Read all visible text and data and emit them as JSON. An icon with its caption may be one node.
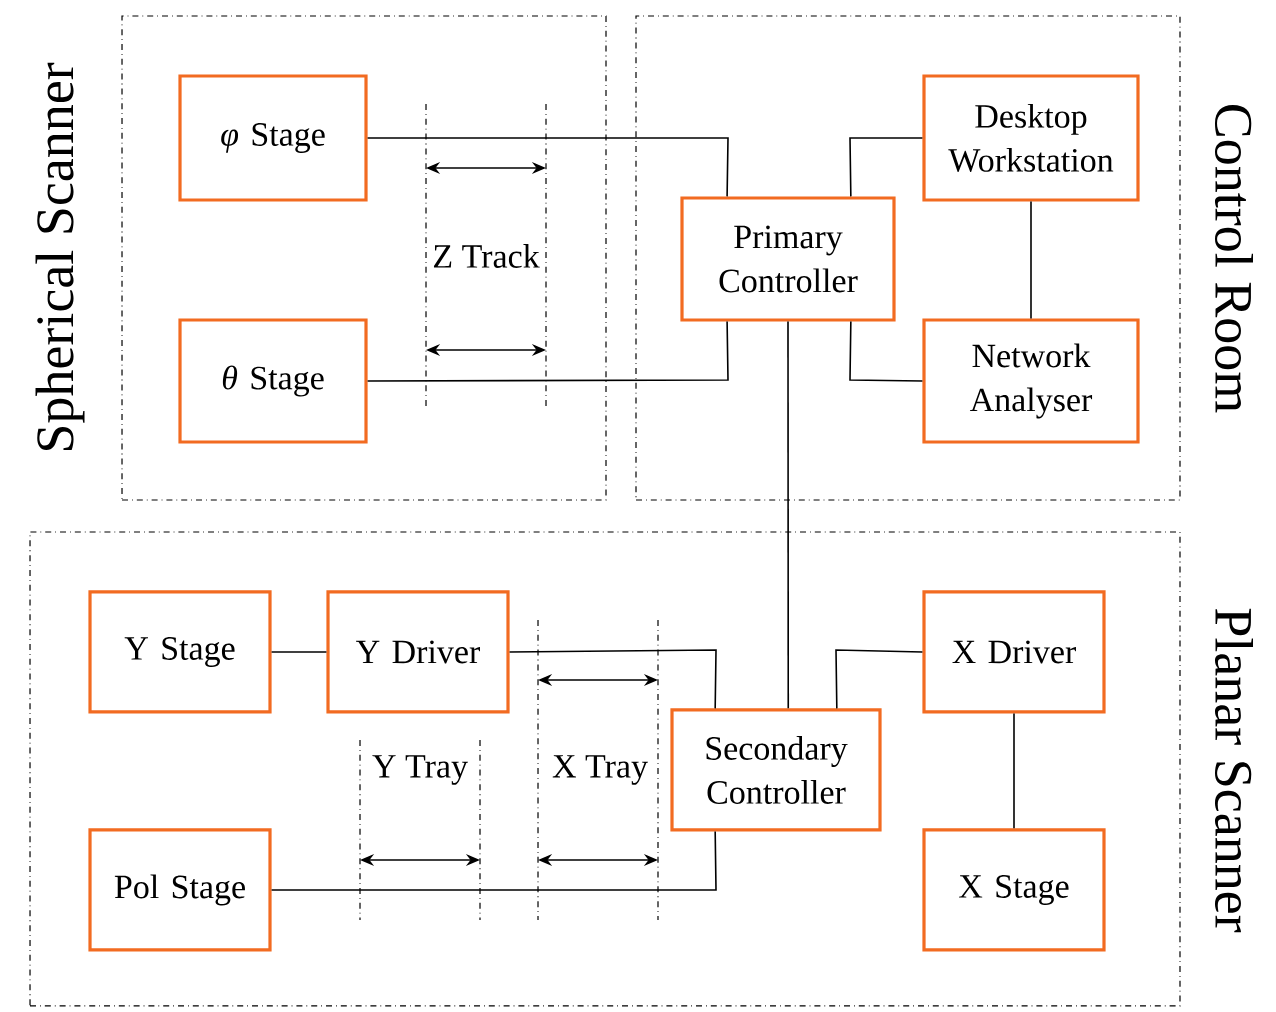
{
  "diagram": {
    "nodes": [
      {
        "text": [
          "Spherical Scanner"
        ]
      },
      {
        "text": [
          "Control Room"
        ]
      },
      {
        "text": [
          "Planar Scanner"
        ]
      },
      {
        "text": [
          "*φ* Stage"
        ],
        "in": 0
      },
      {
        "text": [
          "*θ* Stage"
        ],
        "in": 0
      },
      {
        "text": [
          "Primary Controller"
        ],
        "in": 1
      },
      {
        "text": [
          "Desktop Workstation"
        ],
        "in": 1
      },
      {
        "text": [
          "Network Analyser"
        ],
        "in": 1
      },
      {
        "text": [
          "Y Stage"
        ],
        "in": 2
      },
      {
        "text": [
          "Y Driver"
        ],
        "in": 2
      },
      {
        "text": [
          "Pol Stage"
        ],
        "in": 2
      },
      {
        "text": [
          "Secondary Controller"
        ],
        "in": 2
      },
      {
        "text": [
          "X Driver"
        ],
        "in": 2
      },
      {
        "text": [
          "X Stage"
        ],
        "in": 2
      }
    ],
    "edges": [
      {
        "from": 3,
        "to": 5,
        "arrow": "none"
      },
      {
        "from": 4,
        "to": 5,
        "arrow": "none"
      },
      {
        "from": 5,
        "to": 6,
        "arrow": "none"
      },
      {
        "from": 5,
        "to": 7,
        "arrow": "none"
      },
      {
        "from": 6,
        "to": 7,
        "arrow": "none"
      },
      {
        "from": 5,
        "to": 11,
        "arrow": "none"
      },
      {
        "from": 8,
        "to": 9,
        "arrow": "none"
      },
      {
        "from": 9,
        "to": 11,
        "arrow": "none"
      },
      {
        "from": 10,
        "to": 11,
        "arrow": "none"
      },
      {
        "from": 11,
        "to": 12,
        "arrow": "none"
      },
      {
        "from": 12,
        "to": 13,
        "arrow": "none"
      }
    ],
    "labels": [
      "Z Track",
      "Y Tray",
      "X Tray"
    ]
  }
}
